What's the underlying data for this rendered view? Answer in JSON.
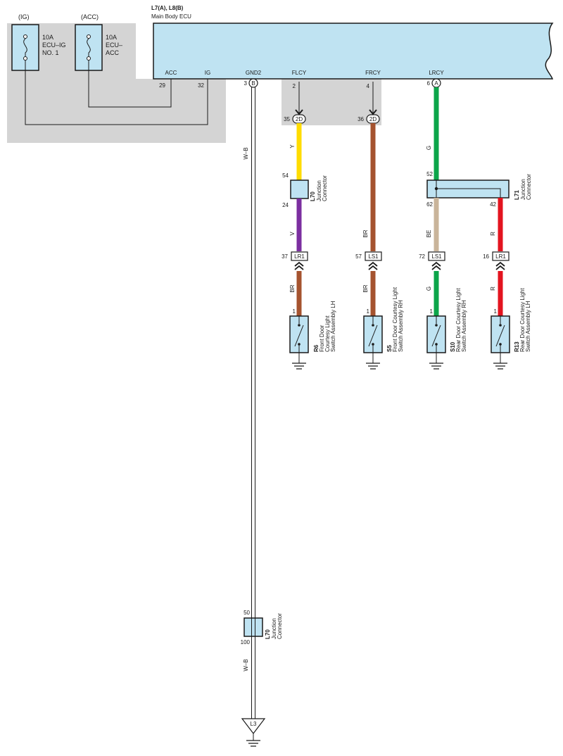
{
  "fuses": [
    {
      "group": "(IG)",
      "rating": "10A",
      "name_line1": "ECU–IG",
      "name_line2": "NO. 1"
    },
    {
      "group": "(ACC)",
      "rating": "10A",
      "name_line1": "ECU–",
      "name_line2": "ACC"
    }
  ],
  "ecu": {
    "codes": "L7(A), L8(B)",
    "name": "Main Body ECU",
    "terminals": [
      {
        "label": "ACC",
        "pin": "29",
        "conn": ""
      },
      {
        "label": "IG",
        "pin": "32",
        "conn": ""
      },
      {
        "label": "GND2",
        "pin": "3",
        "conn": "B"
      },
      {
        "label": "FLCY",
        "pin": "2",
        "conn": ""
      },
      {
        "label": "FRCY",
        "pin": "4",
        "conn": ""
      },
      {
        "label": "LRCY",
        "pin": "6",
        "conn": "A"
      }
    ]
  },
  "inline_connectors": [
    {
      "pin": "35",
      "code": "2D"
    },
    {
      "pin": "36",
      "code": "2D"
    }
  ],
  "junctions": {
    "l70_top": {
      "code": "L70",
      "line1": "Junction",
      "line2": "Connector",
      "pin_in": "54",
      "pin_out": "24"
    },
    "l71": {
      "code": "L71",
      "line1": "Junction",
      "line2": "Connector",
      "pin_in": "52",
      "pin_out_a": "62",
      "pin_out_b": "42"
    },
    "l70_bottom": {
      "code": "L70",
      "line1": "Junction",
      "line2": "Connector",
      "pin_in": "50",
      "pin_out": "100"
    }
  },
  "wire_colors": {
    "W-B": "W–B",
    "Y": "Y",
    "V": "V",
    "BR": "BR",
    "G": "G",
    "BE": "BE",
    "R": "R"
  },
  "colors": {
    "Y": "#ffdc00",
    "V": "#7b2fa0",
    "BR": "#a5532f",
    "G": "#0ca54a",
    "BE": "#c9b49a",
    "R": "#e3141f",
    "W-B": "#ffffff",
    "ecu_fill": "#bfe3f2",
    "shade": "#d4d4d4"
  },
  "lower_connectors": [
    {
      "pin": "37",
      "code": "LR1"
    },
    {
      "pin": "57",
      "code": "LS1"
    },
    {
      "pin": "72",
      "code": "LS1"
    },
    {
      "pin": "16",
      "code": "LR1"
    }
  ],
  "switches": [
    {
      "pin": "1",
      "code": "R6",
      "line1": "Front Door",
      "line2": "Courtesy Light",
      "line3": "Switch Assembly LH"
    },
    {
      "pin": "1",
      "code": "S5",
      "line1": "Front Door Courtesy Light",
      "line2": "Switch Assembly RH",
      "line3": ""
    },
    {
      "pin": "1",
      "code": "S10",
      "line1": "Rear Door Courtesy Light",
      "line2": "Switch Assembly RH",
      "line3": ""
    },
    {
      "pin": "1",
      "code": "R13",
      "line1": "Rear Door Courtesy Light",
      "line2": "Switch Assembly LH",
      "line3": ""
    }
  ],
  "ground": {
    "code": "L3"
  }
}
